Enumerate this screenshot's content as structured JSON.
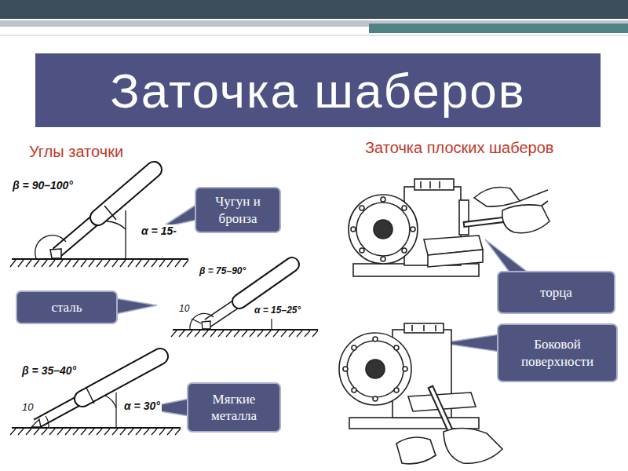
{
  "diagram": {
    "title": "Заточка шаберов",
    "nodes": [
      {
        "text": [
          "Чугун и бронза"
        ]
      },
      {
        "text": [
          "сталь"
        ]
      },
      {
        "text": [
          "Мягкие металла"
        ]
      },
      {
        "text": [
          "торца"
        ]
      },
      {
        "text": [
          "Боковой поверхности"
        ]
      }
    ],
    "labels": [
      "Углы заточки",
      "Заточка плоских шаберов",
      "β = 90–100°",
      "α = 15-",
      "β = 75–90°",
      "10",
      "α = 15–25°",
      "β = 35–40°",
      "10",
      "α = 30°"
    ]
  }
}
